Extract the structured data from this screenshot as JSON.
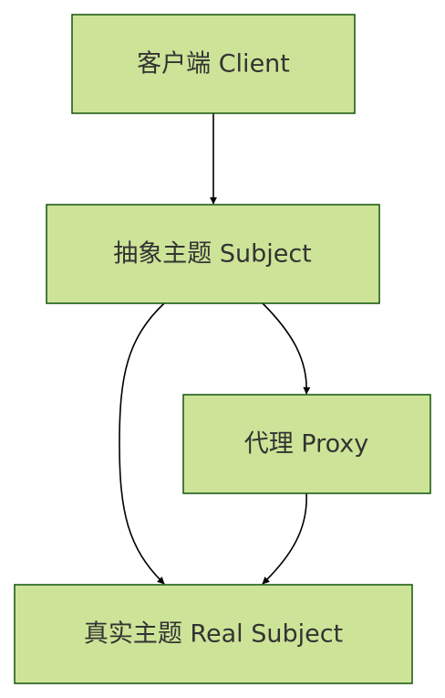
{
  "diagram": {
    "nodes": {
      "client": {
        "label": "客户端 Client"
      },
      "subject": {
        "label": "抽象主题 Subject"
      },
      "proxy": {
        "label": "代理 Proxy"
      },
      "real_subject": {
        "label": "真实主题 Real Subject"
      }
    },
    "edges": [
      {
        "from": "client",
        "to": "subject"
      },
      {
        "from": "subject",
        "to": "proxy"
      },
      {
        "from": "subject",
        "to": "real_subject"
      },
      {
        "from": "proxy",
        "to": "real_subject"
      }
    ],
    "colors": {
      "node_fill": "#cde498",
      "node_border": "#13540c",
      "text": "#333333",
      "edge": "#000000"
    }
  }
}
